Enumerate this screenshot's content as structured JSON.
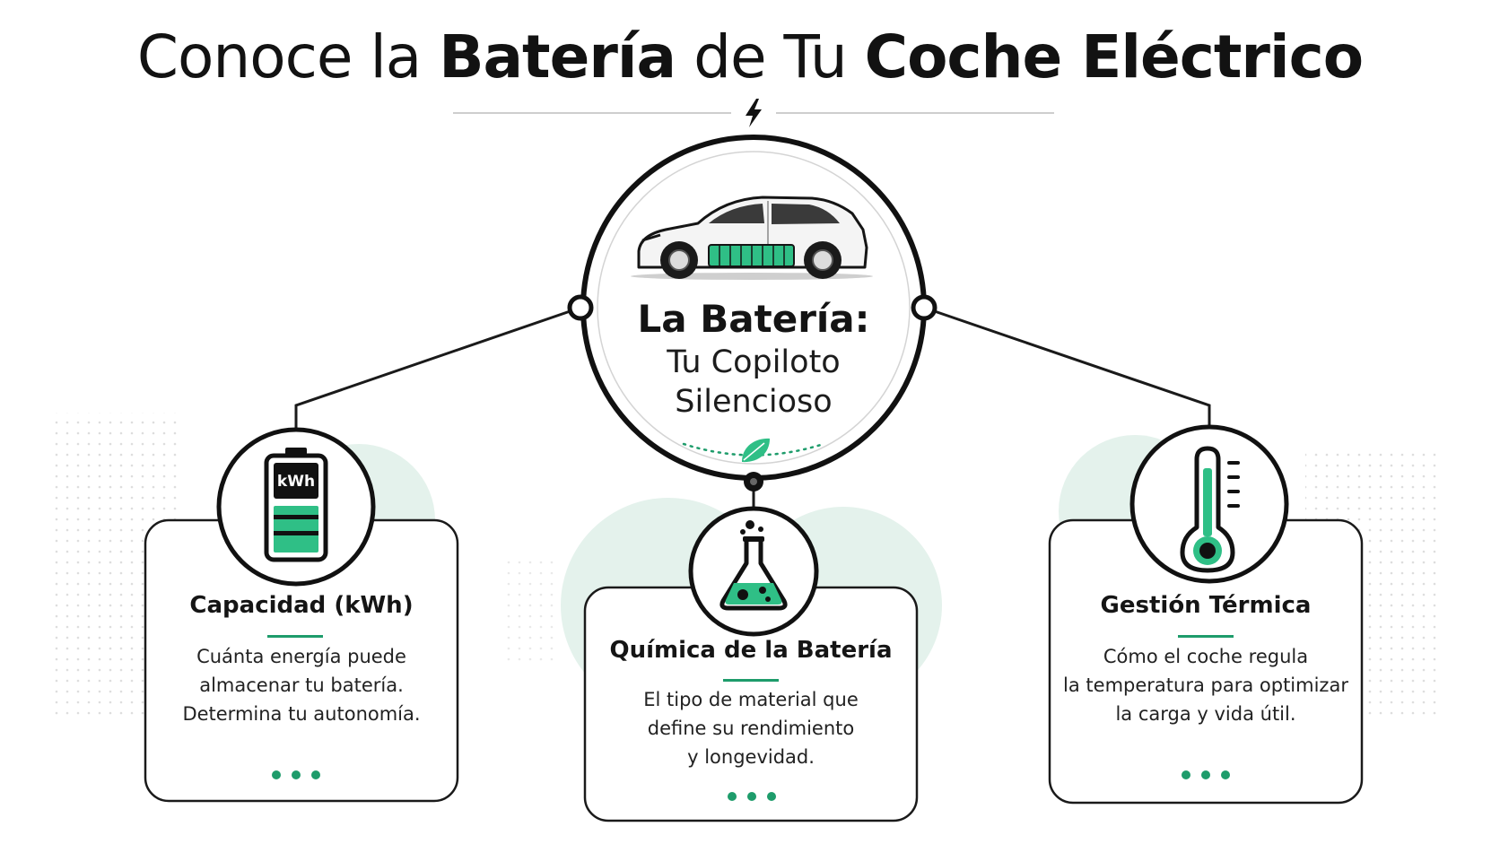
{
  "title": {
    "part1": "Conoce la ",
    "part2": "Batería",
    "part3": " de Tu ",
    "part4": "Coche Eléctrico"
  },
  "hub": {
    "heading": "La Batería:",
    "sub_line1": "Tu Copiloto",
    "sub_line2": "Silencioso"
  },
  "cards": [
    {
      "title": "Capacidad (kWh)",
      "icon_label": "kWh",
      "lines": [
        "Cuánta energía puede",
        "almacenar tu batería.",
        "Determina tu autonomía."
      ]
    },
    {
      "title": "Química de la Batería",
      "lines": [
        "El tipo de material que",
        "define su rendimiento",
        "y longevidad."
      ]
    },
    {
      "title": "Gestión Térmica",
      "lines": [
        "Cómo el coche regula",
        "la temperatura para optimizar",
        "la carga y vida útil."
      ]
    }
  ],
  "icons": {
    "top": "lightning-bolt-icon",
    "hub": "car-icon",
    "leaf": "leaf-icon",
    "left": "battery-icon",
    "center": "flask-icon",
    "right": "thermometer-icon"
  },
  "colors": {
    "accent": "#2fbf86",
    "accent_dark": "#1e9c6b",
    "halo": "#e4f2ec",
    "ink": "#141414"
  }
}
